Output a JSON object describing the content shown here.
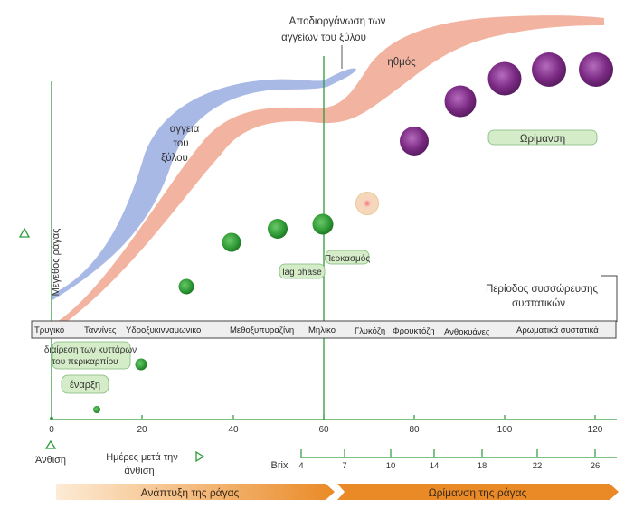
{
  "title_top": [
    "Αποδιοργάνωση των",
    "αγγείων του ξύλου"
  ],
  "labels": {
    "xylem": [
      "αγγεια",
      "του",
      "ξύλου"
    ],
    "phloem": "ηθμός",
    "ripening": "Ωρίμανση",
    "lag_phase": "lag phase",
    "veraison": "Περκασμός",
    "cell_division": [
      "διαίρεση των κυττάρων",
      "του περικαρπίου"
    ],
    "onset": "έναρξη",
    "accumulation": [
      "Περίοδος συσσώρευσης",
      "συστατικών"
    ]
  },
  "y_axis_label": "Μέγεθος ράγας",
  "compounds_bar": [
    "Τρυγικό",
    "Ταννίνες",
    "Υδροξυκινναμωνικο",
    "Μεθοξυπυραζίνη",
    "Μηλικο",
    "Γλυκόζη",
    "Φρουκτόζη",
    "Ανθοκυάνες",
    "Αρωματικά συστατικά"
  ],
  "x_axis": {
    "ticks": [
      "0",
      "20",
      "40",
      "60",
      "80",
      "100",
      "120"
    ],
    "origin_label": "Άνθιση",
    "days_label": [
      "Ημέρες μετά την",
      "άνθιση"
    ]
  },
  "brix": {
    "label": "Brix",
    "ticks": [
      "4",
      "7",
      "10",
      "14",
      "18",
      "22",
      "26"
    ]
  },
  "phases": [
    "Ανάπτυξη της ράγας",
    "Ωρίμανση της ράγας"
  ],
  "colors": {
    "axis_green": "#2e9a3a",
    "berry_green": "#2f9a35",
    "berry_purple": "#7b2a83",
    "xylem_blue": "#a9b9e6",
    "phloem_salmon": "#f2b4a0",
    "arrow_orange": "#ea8a26",
    "label_box": "#d5ecc8"
  }
}
